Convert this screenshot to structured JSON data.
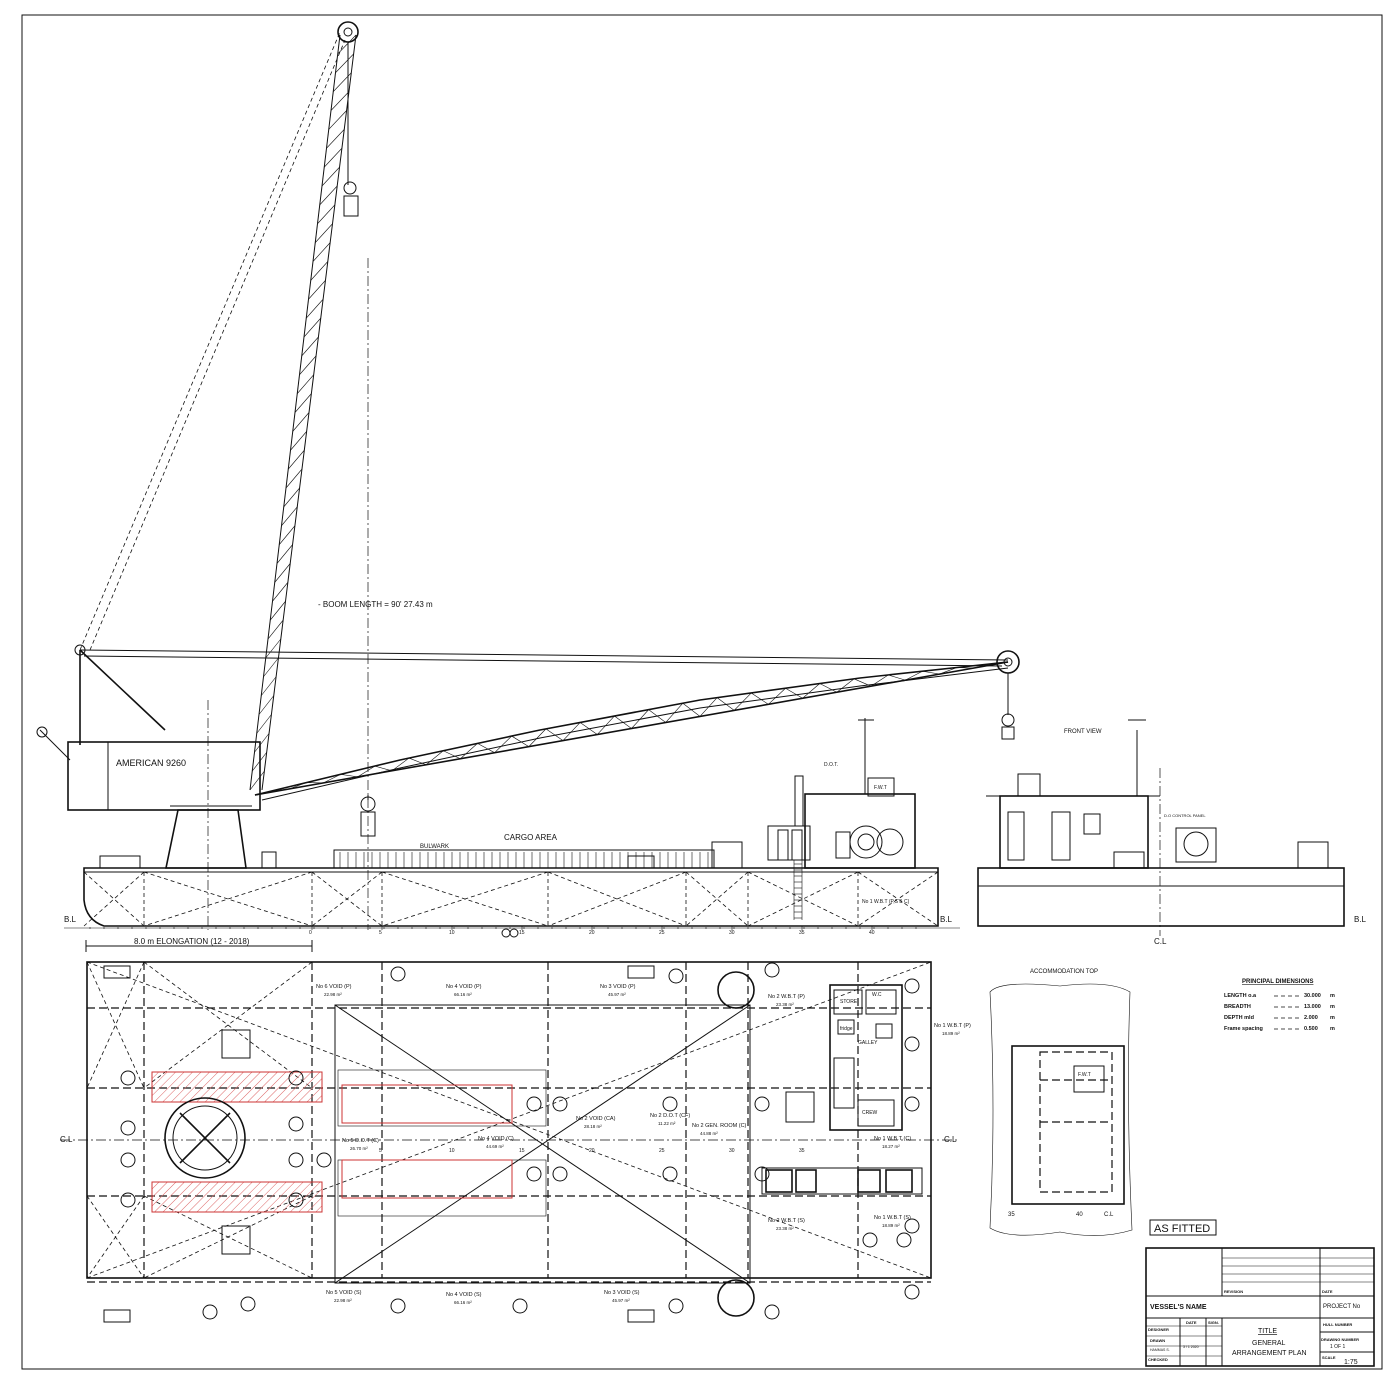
{
  "crane": {
    "model_label": "AMERICAN 9260",
    "boom_length_label": "- BOOM LENGTH = 90'  27.43 m"
  },
  "profile": {
    "cargo_area_label": "CARGO AREA",
    "bulwark_label": "BULWARK",
    "elongation_label": "8.0 m ELONGATION (12 - 2018)",
    "baseline_label": "B.L",
    "frame_ticks": [
      "0",
      "5",
      "10",
      "15",
      "20",
      "25",
      "30",
      "35",
      "40"
    ],
    "wbt_label": "No 1 W.B.T (P,S & C)",
    "doto_label": "D.O.T.",
    "fwt_label": "F.W.T"
  },
  "front_view": {
    "title": "FRONT VIEW",
    "cl_label": "C.L",
    "baseline_label": "B.L",
    "control_label": "D.O CONTROL PANEL"
  },
  "plan": {
    "cl_label": "C.L",
    "compartments": [
      {
        "name": "No 6 VOID (P)",
        "area": "22.98 m²"
      },
      {
        "name": "No 4 VOID (P)",
        "area": "66.16 m²"
      },
      {
        "name": "No 3 VOID (P)",
        "area": "45.97 m²"
      },
      {
        "name": "No 2 W.B.T (P)",
        "area": "23.38 m²"
      },
      {
        "name": "No 1 W.B.T (P)",
        "area": "18.89 m²"
      },
      {
        "name": "No 5 D.O.T (C)",
        "area": "26.70 m²"
      },
      {
        "name": "No 4 VOID (C)",
        "area": "44.69 m²"
      },
      {
        "name": "No 2 VOID (CA)",
        "area": "28.18 m²"
      },
      {
        "name": "No 2 D.O.T (CF)",
        "area": "11.22 m²"
      },
      {
        "name": "No 2 GEN. ROOM (C)",
        "area": "44.88 m²"
      },
      {
        "name": "No 1 W.B.T (C)",
        "area": "18.27 m²"
      },
      {
        "name": "No 5 VOID (S)",
        "area": "22.98 m²"
      },
      {
        "name": "No 4 VOID (S)",
        "area": "66.16 m²"
      },
      {
        "name": "No 3 VOID (S)",
        "area": "45.97 m²"
      },
      {
        "name": "No 2 W.B.T (S)",
        "area": "23.38 m²"
      },
      {
        "name": "No 1 W.B.T (S)",
        "area": "18.89 m²"
      }
    ],
    "rooms": [
      "STORE",
      "W.C",
      "fridge",
      "GALLEY",
      "CREW"
    ],
    "frame_ticks": [
      "5",
      "10",
      "15",
      "20",
      "25",
      "30",
      "35"
    ]
  },
  "accommodation_top": {
    "title": "ACCOMMODATION TOP",
    "fwt": "F.W.T",
    "ticks": [
      "35",
      "40",
      "C.L"
    ]
  },
  "principal_dimensions": {
    "title": "PRINCIPAL DIMENSIONS",
    "rows": [
      {
        "label": "LENGTH o.a",
        "value": "30.000",
        "unit": "m"
      },
      {
        "label": "BREADTH",
        "value": "13.000",
        "unit": "m"
      },
      {
        "label": "DEPTH mld",
        "value": "2.000",
        "unit": "m"
      },
      {
        "label": "Frame spacing",
        "value": "0.500",
        "unit": "m"
      }
    ]
  },
  "stamp": "AS FITTED",
  "title_block": {
    "revision": "REVISION",
    "date": "DATE",
    "vessel_name": "VESSEL'S  NAME",
    "project_no": "PROJECT No",
    "hull_number": "HULL NUMBER",
    "designer": "DESIGNER",
    "date_col": "DATE",
    "sign_col": "SIGN.",
    "title_head": "TITLE",
    "title_line1": "GENERAL",
    "title_line2": "ARRANGEMENT PLAN",
    "drawing_number_head": "DRAWING NUMBER",
    "drawing_number": "1 OF 1",
    "drawn": "DRAWN",
    "drawn_by": "HAMMAS S.",
    "drawn_date": "3 / 1 2020",
    "checked": "CHECKED",
    "scale_head": "SCALE",
    "scale": "1:75"
  }
}
